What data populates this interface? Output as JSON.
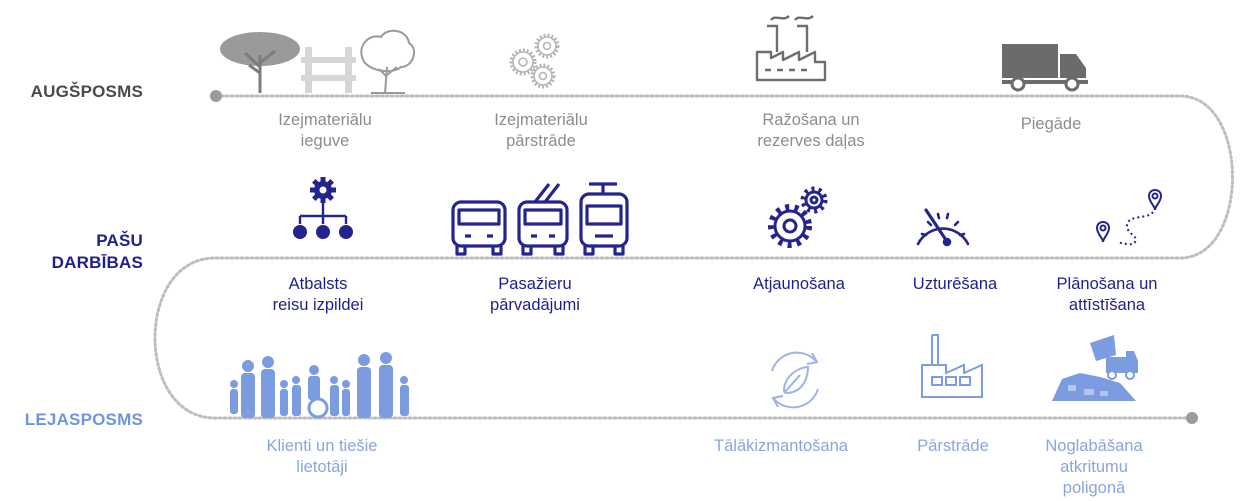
{
  "rows": {
    "upstream": {
      "label": "AUGŠPOSMS",
      "color": "#4a4a4a"
    },
    "own": {
      "label_line1": "PAŠU",
      "label_line2": "DARBĪBAS",
      "color": "#1f1f8c"
    },
    "downstream": {
      "label": "LEJASPOSMS",
      "color": "#6f95e0"
    }
  },
  "upstream_steps": [
    {
      "line1": "Izejmateriālu",
      "line2": "ieguve",
      "icon": "trees-fence-icon"
    },
    {
      "line1": "Izejmateriālu",
      "line2": "pārstrāde",
      "icon": "gears-icon"
    },
    {
      "line1": "Ražošana un",
      "line2": "rezerves daļas",
      "icon": "factory-icon"
    },
    {
      "line1": "Piegāde",
      "line2": "",
      "icon": "truck-icon"
    }
  ],
  "own_steps": [
    {
      "line1": "Atbalsts",
      "line2": "reisu izpildei",
      "icon": "org-gear-icon"
    },
    {
      "line1": "Pasažieru",
      "line2": "pārvadājumi",
      "icon": "bus-trolleybus-tram-icon"
    },
    {
      "line1": "Atjaunošana",
      "line2": "",
      "icon": "cogs-icon"
    },
    {
      "line1": "Uzturēšana",
      "line2": "",
      "icon": "gauge-icon"
    },
    {
      "line1": "Plānošana un",
      "line2": "attīstīšana",
      "icon": "route-pins-icon"
    }
  ],
  "downstream_steps": [
    {
      "line1": "Klienti un tiešie",
      "line2": "lietotāji",
      "icon": "people-icon"
    },
    {
      "line1": "Tālākizmantošana",
      "line2": "",
      "icon": "recycle-leaf-icon"
    },
    {
      "line1": "Pārstrāde",
      "line2": "",
      "icon": "recycling-plant-icon"
    },
    {
      "line1": "Noglabāšana",
      "line2": "atkritumu",
      "line3": "poligonā",
      "icon": "landfill-truck-icon"
    }
  ],
  "colors": {
    "upstream_text": "#8d8d8d",
    "upstream_icon": "#8a8a8a",
    "own_text": "#1f1f8c",
    "own_icon": "#24248f",
    "downstream_text": "#8aa5de",
    "downstream_icon": "#7b9ce0",
    "path": "#bdbdbd",
    "path_dot": "#9b9b9b"
  }
}
